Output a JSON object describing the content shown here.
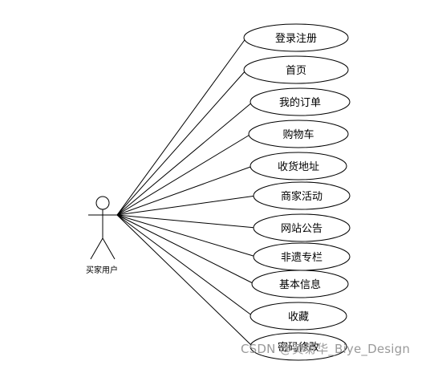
{
  "actor": {
    "label": "买家用户",
    "icon": "stick-figure-icon"
  },
  "use_cases": [
    "登录注册",
    "首页",
    "我的订单",
    "购物车",
    "收货地址",
    "商家活动",
    "网站公告",
    "非遗专栏",
    "基本信息",
    "收藏",
    "密码修改"
  ],
  "watermark": "CSDN @黄菊华_Biye_Design",
  "colors": {
    "stroke": "#000000",
    "background": "#ffffff",
    "watermark": "#9a9a9a"
  }
}
